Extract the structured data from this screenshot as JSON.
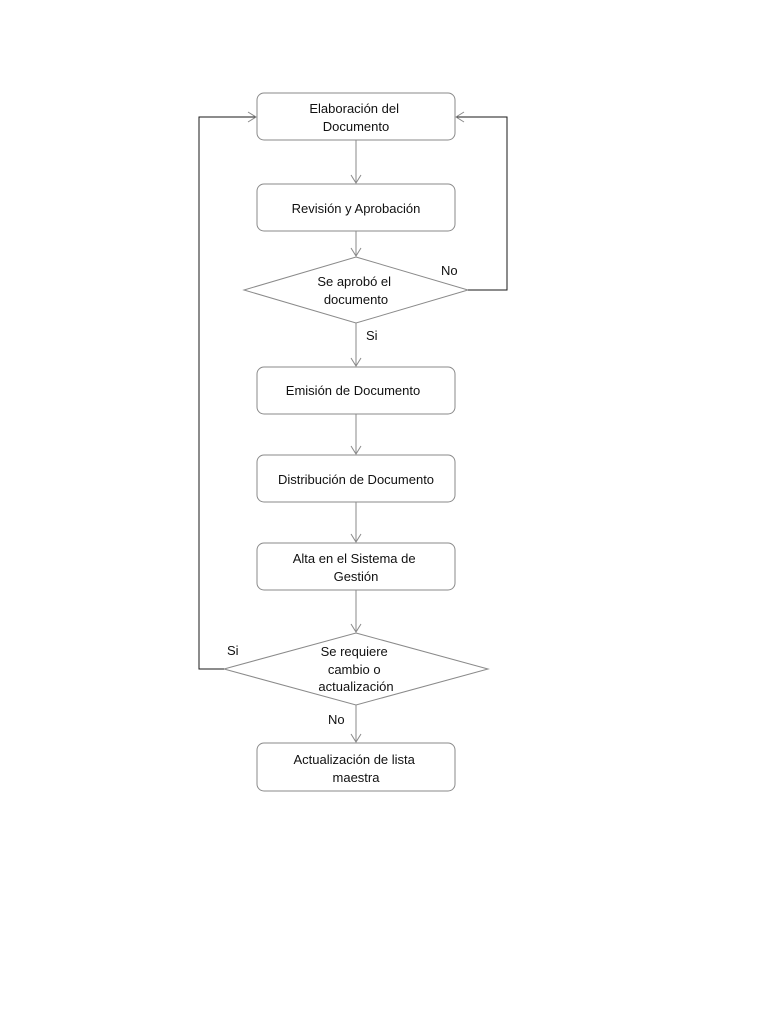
{
  "nodes": {
    "elaboracion": {
      "lines": [
        "Elaboración del",
        "Documento"
      ]
    },
    "revision": {
      "lines": [
        "Revisión y Aprobación"
      ]
    },
    "aprobo": {
      "lines": [
        "Se aprobó el",
        "documento"
      ]
    },
    "emision": {
      "lines": [
        "Emisión de Documento"
      ]
    },
    "distribucion": {
      "lines": [
        "Distribución de Documento"
      ]
    },
    "alta": {
      "lines": [
        "Alta en el Sistema de",
        "Gestión"
      ]
    },
    "requiere": {
      "lines": [
        "Se requiere",
        "cambio o",
        "actualización"
      ]
    },
    "actualizacion": {
      "lines": [
        "Actualización de lista",
        "maestra"
      ]
    }
  },
  "edge_labels": {
    "aprobo_no": "No",
    "aprobo_si": "Si",
    "requiere_si": "Si",
    "requiere_no": "No"
  },
  "colors": {
    "border": "#8a8a8a",
    "loop_line": "#1a1a1a",
    "text": "#111111"
  }
}
